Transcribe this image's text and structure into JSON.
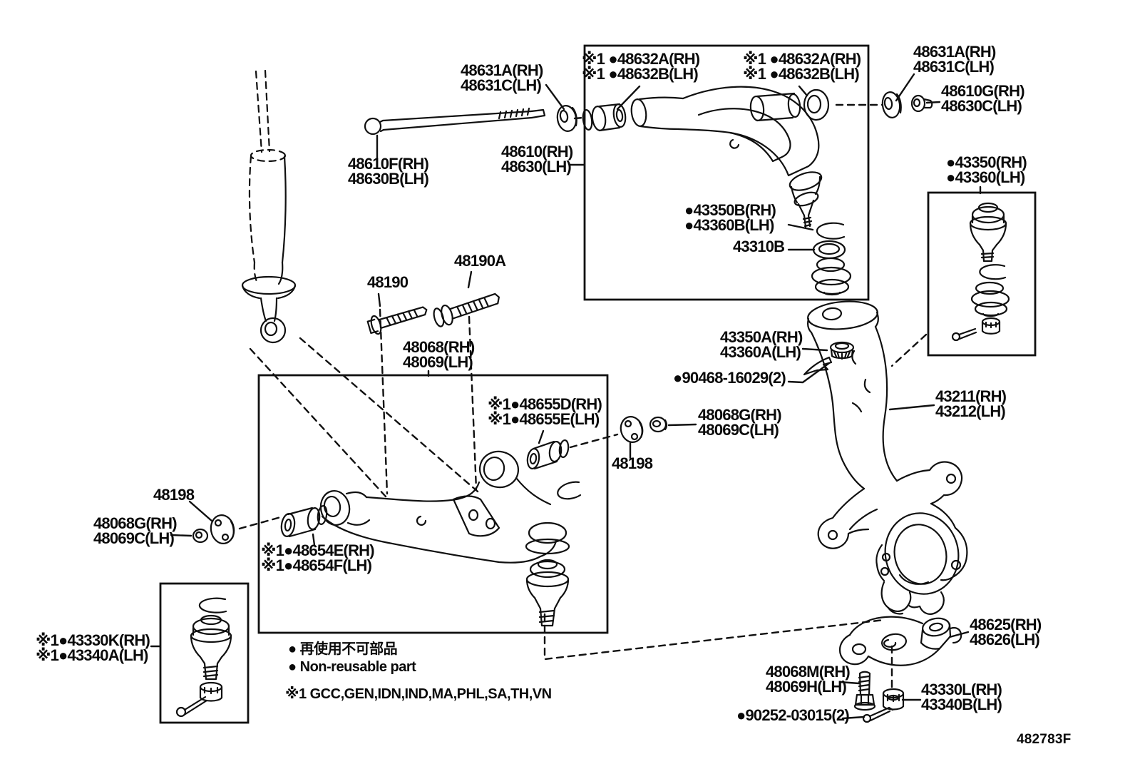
{
  "diagram": {
    "figure_code": "482783F",
    "legend": {
      "jp": "● 再使用不可部品",
      "en": "● Non-reusable part"
    },
    "footnote": "※1 GCC,GEN,IDN,IND,MA,PHL,SA,TH,VN",
    "labels": {
      "stab_link_nut_tl": [
        "48631A(RH)",
        "48631C(LH)"
      ],
      "uca_bushing_left": [
        "※1 ●48632A(RH)",
        "※1 ●48632B(LH)"
      ],
      "uca_bushing_right": [
        "※1 ●48632A(RH)",
        "※1 ●48632B(LH)"
      ],
      "stab_link_nut_tr": [
        "48631A(RH)",
        "48631C(LH)"
      ],
      "stab_link_bolt_tr": [
        "48610G(RH)",
        "48630C(LH)"
      ],
      "stab_link_rod": [
        "48610F(RH)",
        "48630B(LH)"
      ],
      "upper_control_arm": [
        "48610(RH)",
        "48630(LH)"
      ],
      "uca_ball_seat": [
        "●43350B(RH)",
        "●43360B(LH)"
      ],
      "uca_snap_ring": [
        "43310B"
      ],
      "ball_joint_kit": [
        "●43350(RH)",
        "●43360(LH)"
      ],
      "torsion_bolt": [
        "48190"
      ],
      "torsion_bolt_a": [
        "48190A"
      ],
      "lower_control_arm": [
        "48068(RH)",
        "48069(LH)"
      ],
      "lca_bushing_rear": [
        "※1●48655D(RH)",
        "※1●48655E(LH)"
      ],
      "knuckle_cam": [
        "43350A(RH)",
        "43360A(LH)"
      ],
      "knuckle_nut": [
        "●90468-16029(2)"
      ],
      "steering_knuckle": [
        "43211(RH)",
        "43212(LH)"
      ],
      "adjust_cam_right": [
        "48068G(RH)",
        "48069C(LH)"
      ],
      "cam_plate_right": [
        "48198"
      ],
      "cam_plate_left": [
        "48198"
      ],
      "adjust_cam_left": [
        "48068G(RH)",
        "48069C(LH)"
      ],
      "lca_bushing_front": [
        "※1●48654E(RH)",
        "※1●48654F(LH)"
      ],
      "lower_ball_joint": [
        "※1●43330K(RH)",
        "※1●43340A(LH)"
      ],
      "knuckle_arm": [
        "48625(RH)",
        "48626(LH)"
      ],
      "knuckle_arm_bolt": [
        "48068M(RH)",
        "48069H(LH)"
      ],
      "arm_castle_nut": [
        "43330L(RH)",
        "43340B(LH)"
      ],
      "arm_cotter_pin": [
        "●90252-03015(2)"
      ]
    }
  }
}
